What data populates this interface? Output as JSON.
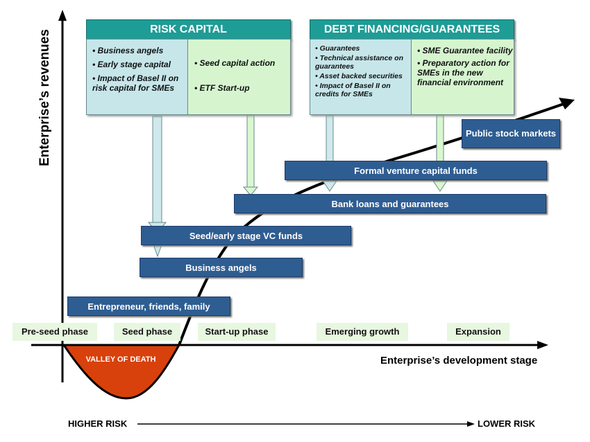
{
  "risk_capital": {
    "title": "RISK CAPITAL",
    "left_items": [
      "• Business angels",
      "• Early stage capital",
      "• Impact of Basel II on risk capital for SMEs"
    ],
    "right_items": [
      "• Seed capital action",
      "• ETF Start-up"
    ]
  },
  "debt_financing": {
    "title": "DEBT FINANCING/GUARANTEES",
    "left_items": [
      "• Guarantees",
      "• Technical assistance on guarantees",
      "• Asset backed securities",
      "• Impact of Basel II on credits for SMEs"
    ],
    "right_items": [
      "• SME Guarantee facility",
      "• Preparatory action for SMEs in the new financial environment"
    ]
  },
  "bars": {
    "public_stock": "Public stock markets",
    "formal_vc": "Formal venture capital funds",
    "bank_loans": "Bank loans and guarantees",
    "seed_vc": "Seed/early stage VC funds",
    "business_angels": "Business angels",
    "entrepreneur": "Entrepreneur, friends, family"
  },
  "phases": {
    "pre_seed": "Pre-seed phase",
    "seed": "Seed phase",
    "start_up": "Start-up phase",
    "emerging": "Emerging growth",
    "expansion": "Expansion"
  },
  "valley_label": "VALLEY OF DEATH",
  "y_axis_label": "Enterprise’s revenues",
  "x_axis_label": "Enterprise’s development stage",
  "risk_scale": {
    "high": "HIGHER RISK",
    "low": "LOWER RISK"
  },
  "colors": {
    "header": "#1e9c96",
    "panel_blue": "#c6e6ea",
    "panel_green": "#d6f5cf",
    "bar": "#2e5d92",
    "phase": "#e8f7e0",
    "valley": "#d8410c"
  }
}
